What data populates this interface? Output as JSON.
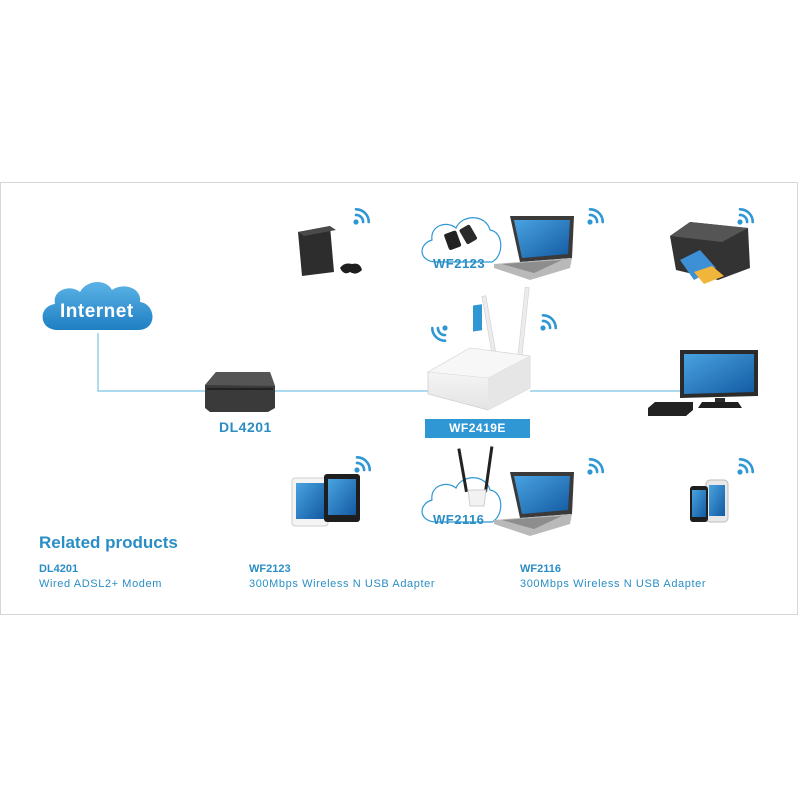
{
  "cloud_label": "Internet",
  "modem": {
    "label": "DL4201"
  },
  "router": {
    "label": "WF2419E"
  },
  "adapters": [
    {
      "label": "WF2123"
    },
    {
      "label": "WF2116"
    }
  ],
  "related": {
    "title": "Related products",
    "items": [
      {
        "code": "DL4201",
        "description": "Wired ADSL2+ Modem"
      },
      {
        "code": "WF2123",
        "description": "300Mbps Wireless N USB Adapter"
      },
      {
        "code": "WF2116",
        "description": "300Mbps Wireless N USB Adapter"
      }
    ]
  },
  "colors": {
    "accent": "#2f97d4",
    "line": "#7ec3e6",
    "device_dark": "#2b2b2b",
    "screen_blue": "#1f6fbf"
  },
  "icons": [
    "internet-cloud-icon",
    "game-console-icon",
    "laptop-icon",
    "usb-adapter-icon",
    "printer-icon",
    "tv-icon",
    "set-top-box-icon",
    "tablet-icon",
    "smartphone-icon",
    "router-icon",
    "modem-icon",
    "wifi-signal-icon"
  ]
}
